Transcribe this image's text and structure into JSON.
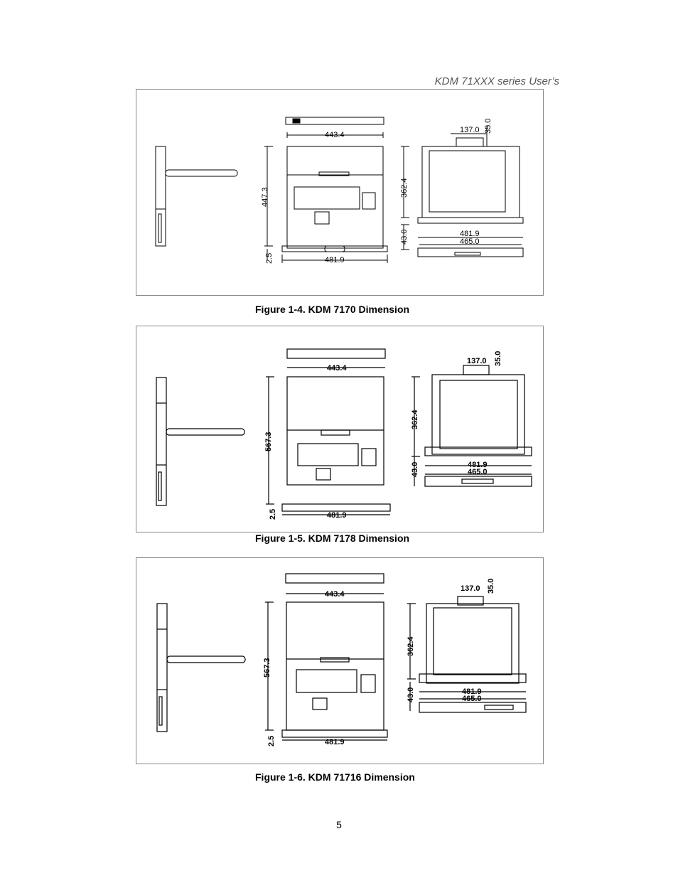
{
  "header": {
    "running_title": "KDM 71XXX series User’s"
  },
  "figures": [
    {
      "caption": "Figure 1-4. KDM 7170 Dimension",
      "dims": {
        "top_width": "443.4",
        "height": "447.3",
        "bottom_gap": "2.5",
        "bottom_width": "481.9",
        "handle": "137.0",
        "handle_h": "35.0",
        "lcd_h": "362.4",
        "base_h": "43.0",
        "front_w1": "481.9",
        "front_w2": "465.0"
      }
    },
    {
      "caption": "Figure 1-5. KDM 7178 Dimension",
      "dims": {
        "top_width": "443.4",
        "height": "567.3",
        "bottom_gap": "2.5",
        "bottom_width": "481.9",
        "handle": "137.0",
        "handle_h": "35.0",
        "lcd_h": "362.4",
        "base_h": "43.0",
        "front_w1": "481.9",
        "front_w2": "465.0"
      }
    },
    {
      "caption": "Figure 1-6. KDM 71716 Dimension",
      "dims": {
        "top_width": "443.4",
        "height": "567.3",
        "bottom_gap": "2.5",
        "bottom_width": "481.9",
        "handle": "137.0",
        "handle_h": "35.0",
        "lcd_h": "362.4",
        "base_h": "43.0",
        "front_w1": "481.9",
        "front_w2": "465.0"
      }
    }
  ],
  "page_number": "5"
}
